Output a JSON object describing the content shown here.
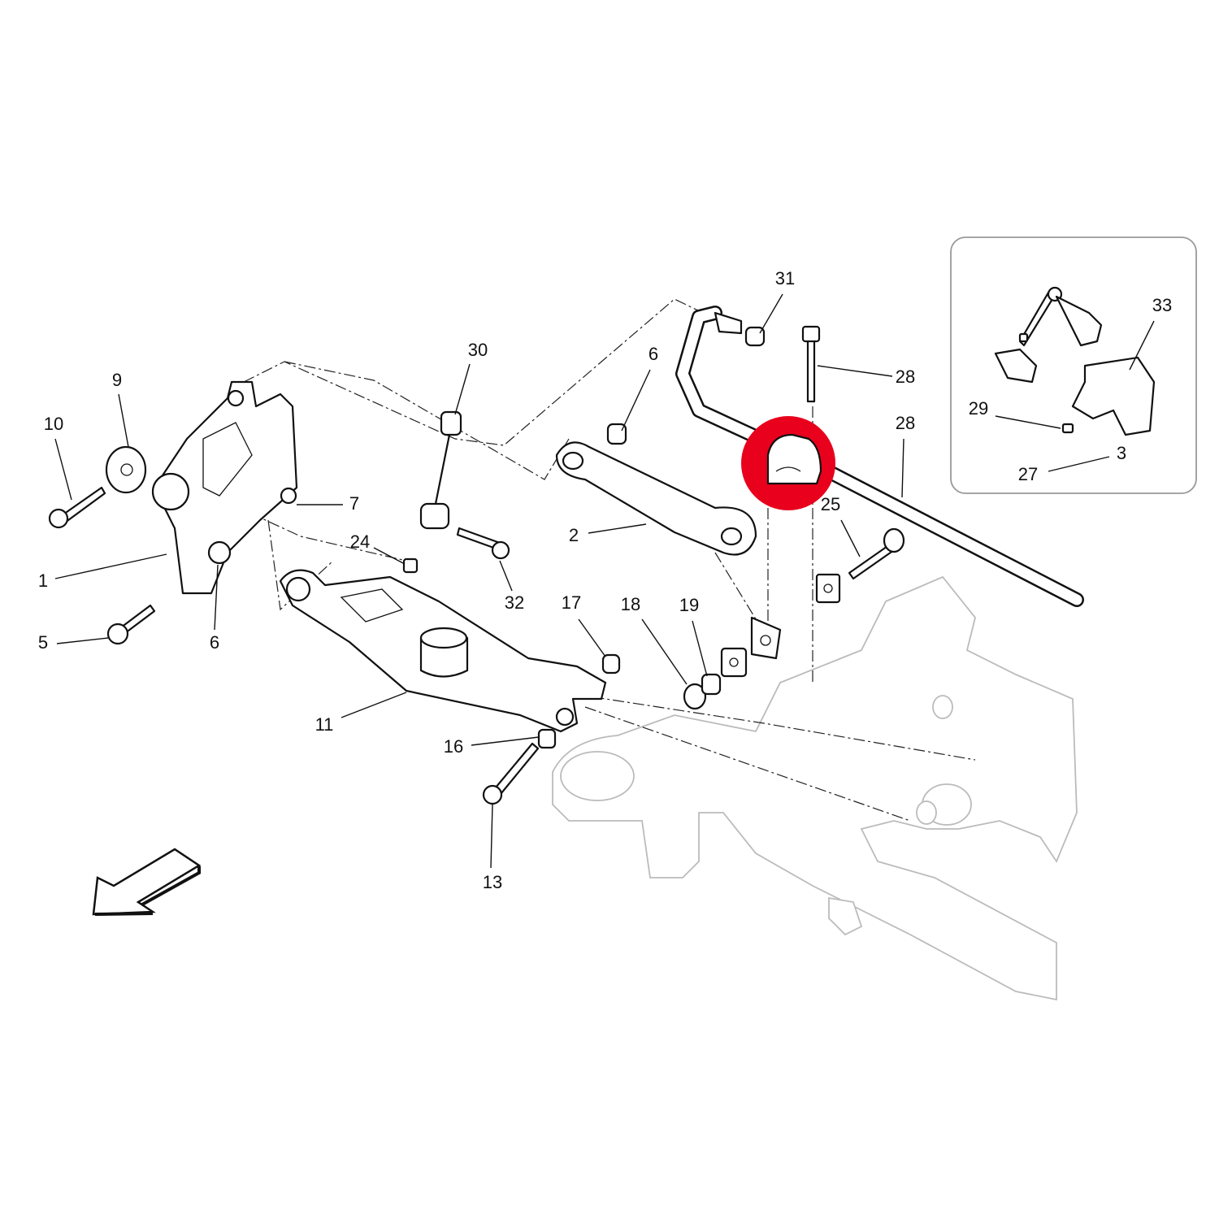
{
  "diagram": {
    "highlight_color": "#e8001c",
    "callouts": {
      "c1": "1",
      "c2": "2",
      "c3": "3",
      "c5": "5",
      "c6a": "6",
      "c6b": "6",
      "c7": "7",
      "c9": "9",
      "c10": "10",
      "c11": "11",
      "c13": "13",
      "c16": "16",
      "c17": "17",
      "c18": "18",
      "c19": "19",
      "c24": "24",
      "c25": "25",
      "c27": "27",
      "c28a": "28",
      "c28b": "28",
      "c29": "29",
      "c30": "30",
      "c31": "31",
      "c32": "32",
      "c33": "33"
    },
    "direction_arrow": "arrow-icon"
  }
}
